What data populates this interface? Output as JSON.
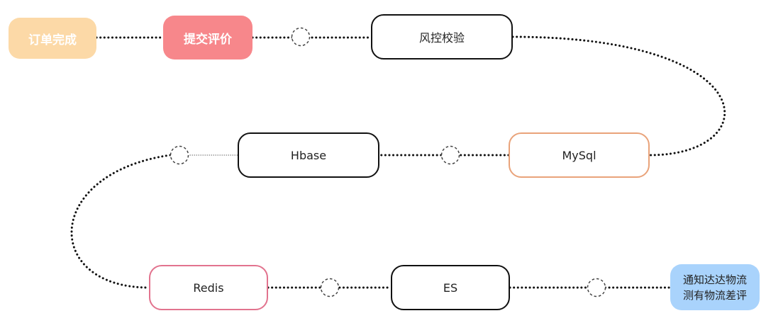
{
  "nodes": {
    "order_complete": "订单完成",
    "submit_review": "提交评价",
    "risk_check": "风控校验",
    "hbase": "Hbase",
    "mysql": "MySql",
    "redis": "Redis",
    "es": "ES",
    "notify_line1": "通知达达物流",
    "notify_line2": "测有物流差评"
  },
  "colors": {
    "order_complete_fill": "#fcd9a7",
    "submit_review_fill": "#f7878b",
    "mysql_border": "#e9a37a",
    "redis_border": "#e2738e",
    "notify_fill": "#a9d3fc",
    "default_border": "#111111"
  }
}
